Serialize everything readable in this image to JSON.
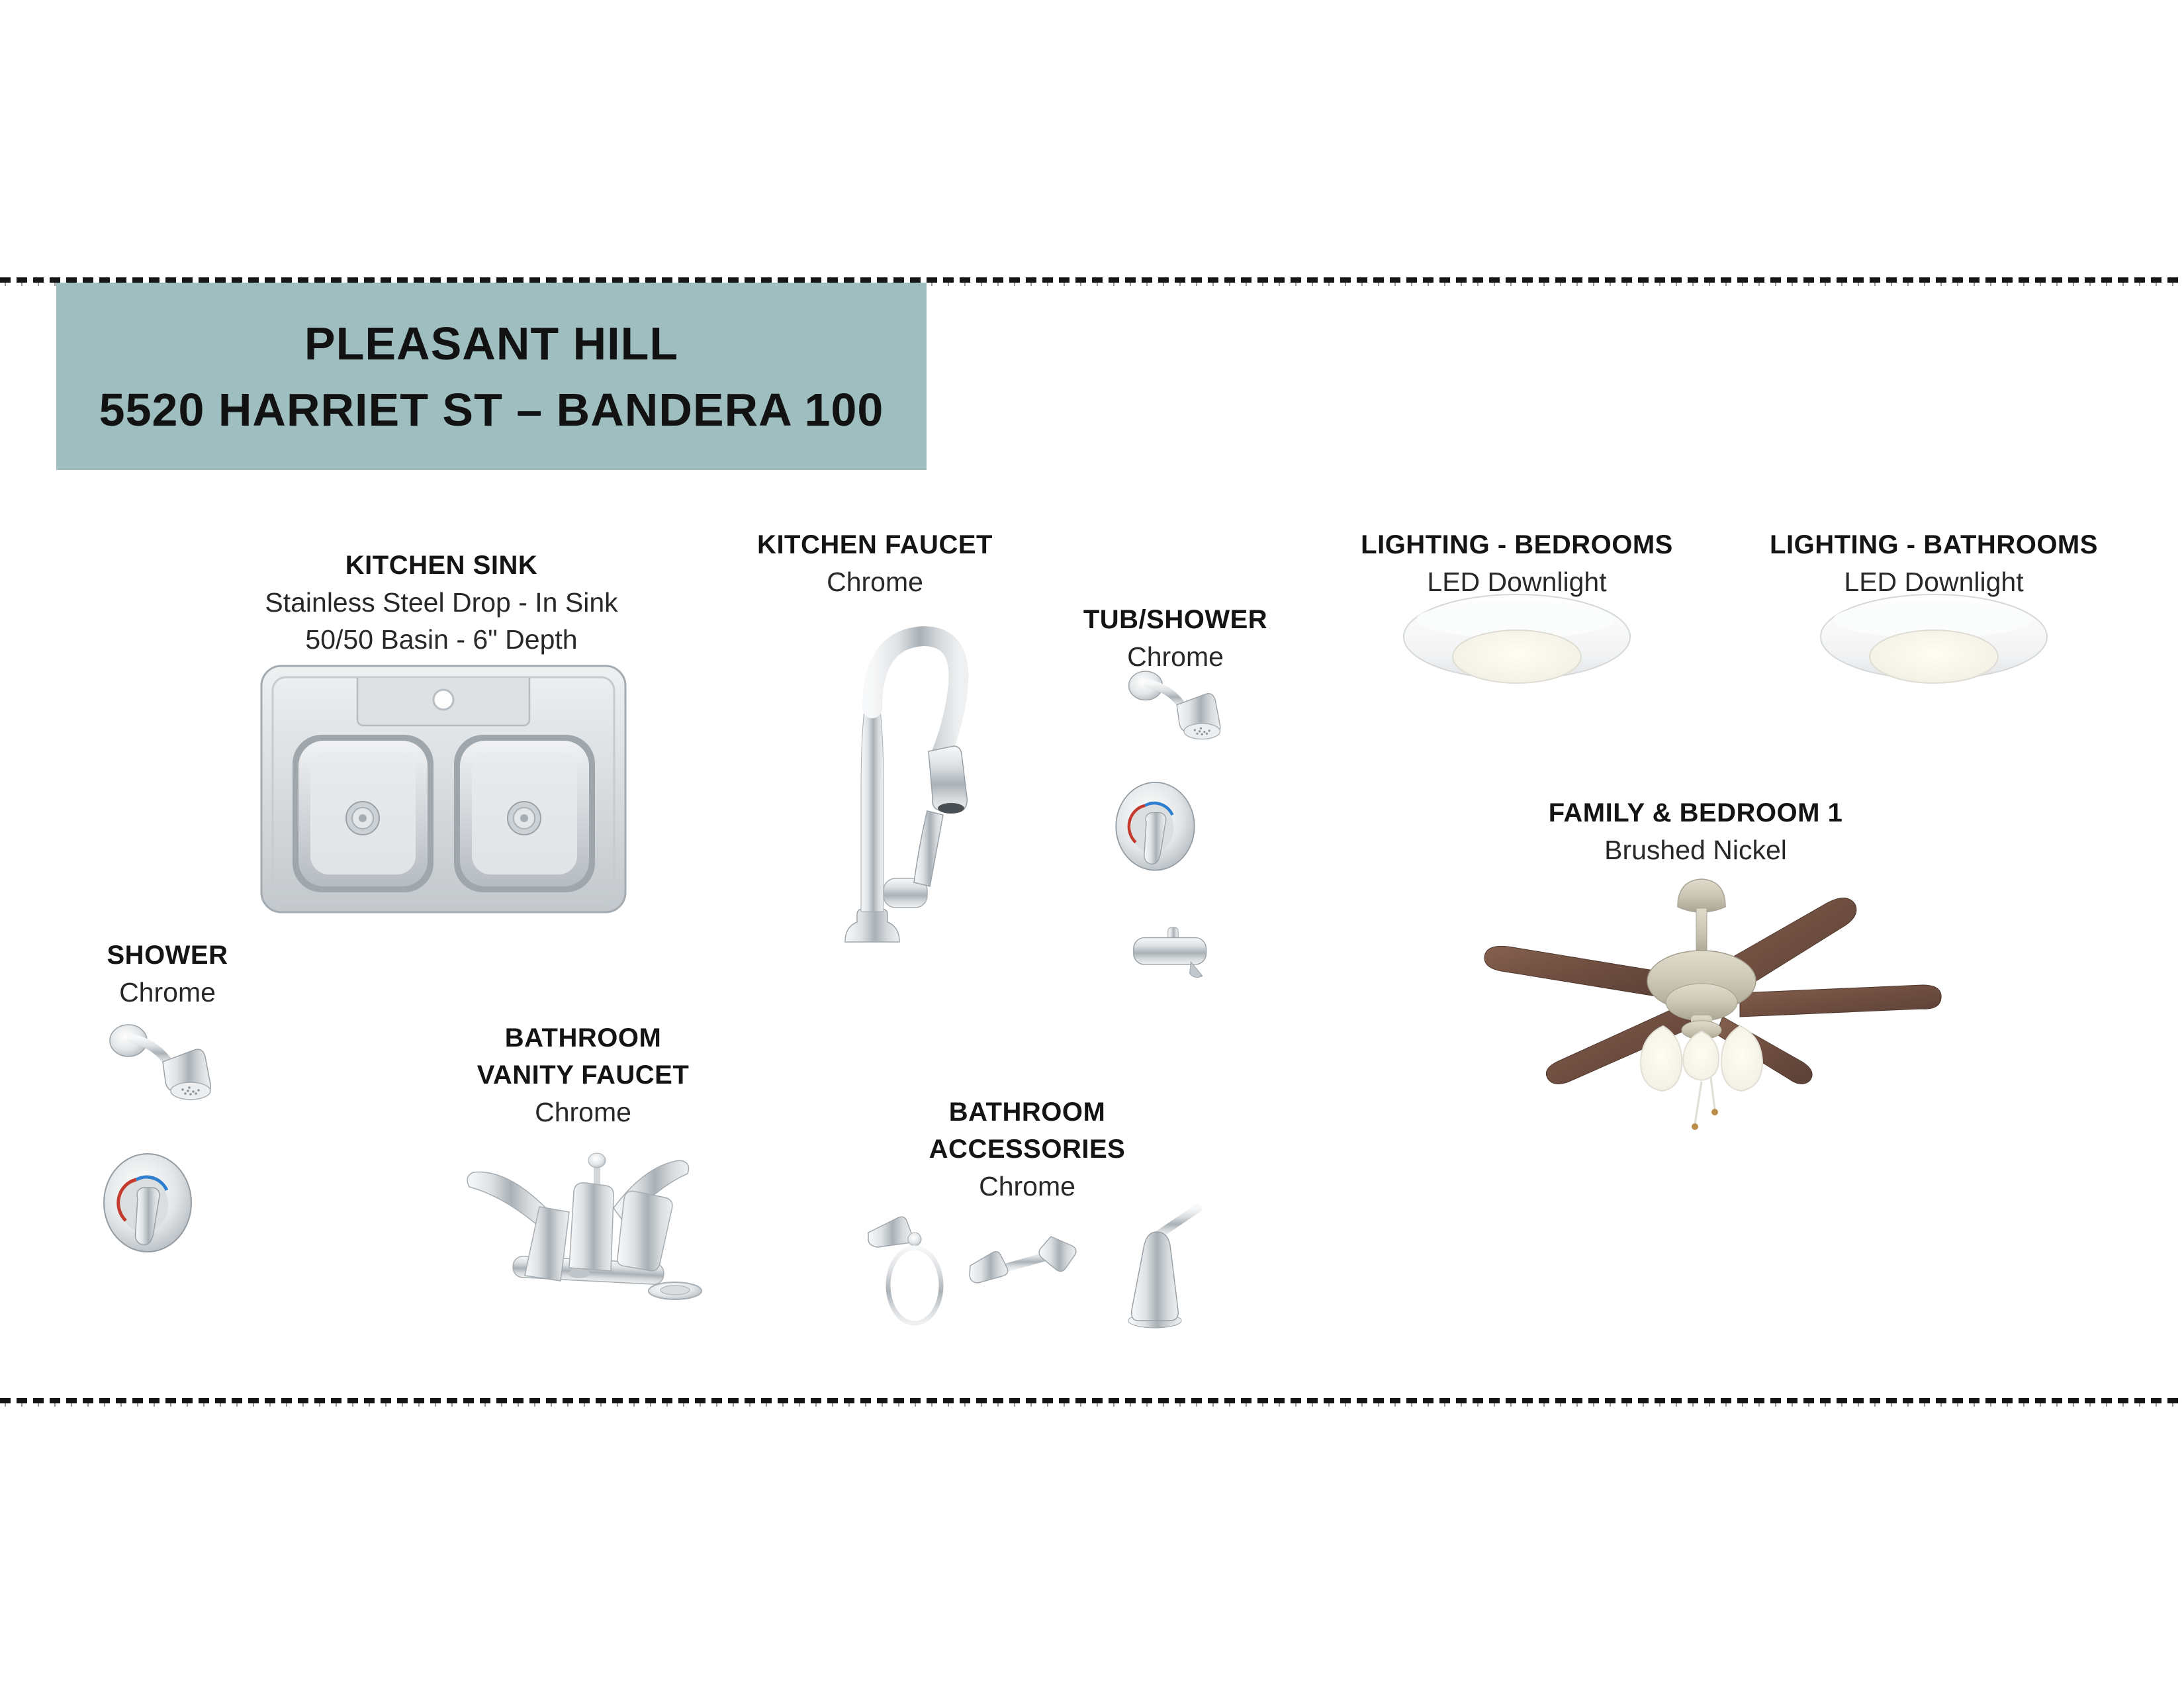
{
  "colors": {
    "header_bg": "#9EBEC0",
    "text": "#141414"
  },
  "header": {
    "line1": "PLEASANT HILL",
    "line2": "5520 HARRIET ST – BANDERA 100"
  },
  "items": {
    "kitchen_sink": {
      "title": "KITCHEN SINK",
      "line1": "Stainless Steel Drop - In Sink",
      "line2": "50/50 Basin - 6\" Depth"
    },
    "kitchen_faucet": {
      "title": "KITCHEN FAUCET",
      "finish": "Chrome"
    },
    "tub_shower": {
      "title": "TUB/SHOWER",
      "finish": "Chrome"
    },
    "lighting_bedrooms": {
      "title": "LIGHTING - BEDROOMS",
      "sub": "LED Downlight"
    },
    "lighting_bathrooms": {
      "title": "LIGHTING - BATHROOMS",
      "sub": "LED Downlight"
    },
    "family_bedroom1": {
      "title": "FAMILY & BEDROOM 1",
      "finish": "Brushed Nickel"
    },
    "shower": {
      "title": "SHOWER",
      "finish": "Chrome"
    },
    "vanity_faucet": {
      "title_line1": "BATHROOM",
      "title_line2": "VANITY FAUCET",
      "finish": "Chrome"
    },
    "accessories": {
      "title_line1": "BATHROOM",
      "title_line2": "ACCESSORIES",
      "finish": "Chrome"
    }
  }
}
